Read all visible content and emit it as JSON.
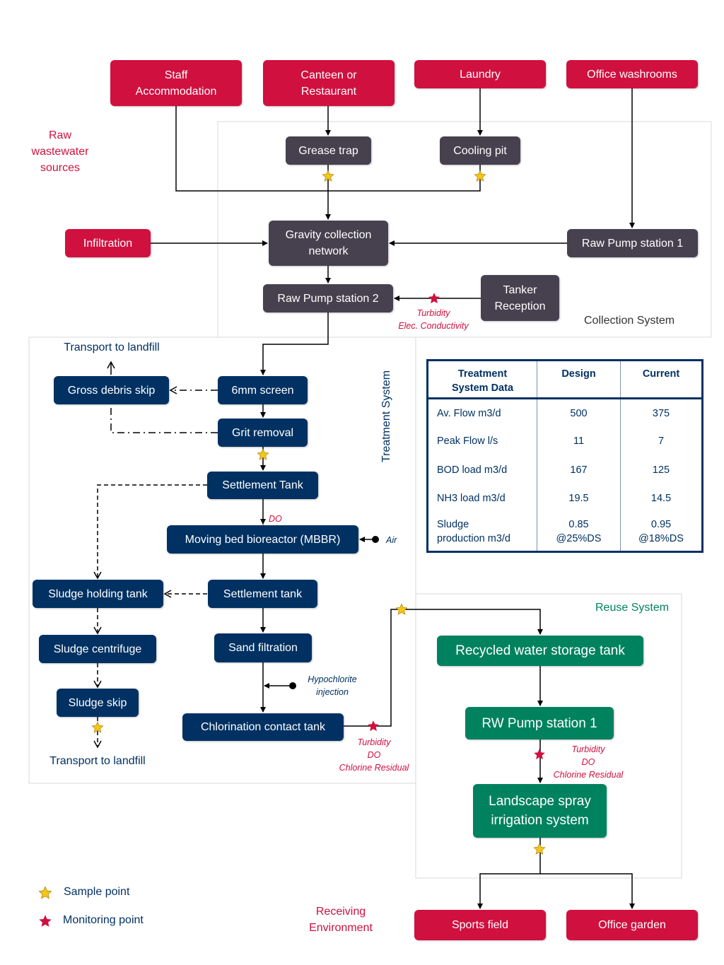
{
  "colors": {
    "source_red": "#d0103f",
    "collection_grey": "#47414f",
    "treatment_navy": "#003162",
    "reuse_green": "#00825f",
    "sample_star": "#f5c518",
    "monitor_star": "#d0103f"
  },
  "sections": {
    "raw_sources": "Raw\nwastewater\nsources",
    "collection": "Collection System",
    "treatment": "Treatment System",
    "reuse": "Reuse System",
    "receiving": "Receiving\nEnvironment"
  },
  "nodes": {
    "staff": "Staff\nAccommodation",
    "canteen": "Canteen  or\nRestaurant",
    "laundry": "Laundry",
    "office_washrooms": "Office washrooms",
    "grease_trap": "Grease trap",
    "cooling_pit": "Cooling pit",
    "infiltration": "Infiltration",
    "gravity": "Gravity collection\nnetwork",
    "raw_ps1": "Raw Pump station 1",
    "raw_ps2": "Raw Pump station 2",
    "tanker": "Tanker\nReception",
    "screen": "6mm screen",
    "gross_debris": "Gross debris skip",
    "grit": "Grit removal",
    "settlement1": "Settlement Tank",
    "mbbr": "Moving bed bioreactor (MBBR)",
    "settlement2": "Settlement tank",
    "sludge_holding": "Sludge holding tank",
    "sludge_centrifuge": "Sludge centrifuge",
    "sludge_skip": "Sludge skip",
    "sand": "Sand filtration",
    "chlorination": "Chlorination contact tank",
    "rw_storage": "Recycled water storage tank",
    "rw_ps1": "RW Pump station 1",
    "landscape": "Landscape spray\nirrigation system",
    "sports": "Sports field",
    "office_garden": "Office garden"
  },
  "labels": {
    "transport_top": "Transport to landfill",
    "transport_bottom": "Transport to landfill"
  },
  "annotations": {
    "tanker_monitor": "Turbidity\nElec. Conductivity",
    "do": "DO",
    "air": "Air",
    "hypochlorite": "Hypochlorite\ninjection",
    "chlor_monitor": "Turbidity\nDO\nChlorine Residual",
    "rwps_monitor": "Turbidity\nDO\nChlorine Residual"
  },
  "legend": {
    "sample": "Sample point",
    "monitoring": "Monitoring point"
  },
  "table": {
    "headers": [
      "Treatment\nSystem Data",
      "Design",
      "Current"
    ],
    "rows": [
      [
        "Av. Flow m3/d",
        "500",
        "375"
      ],
      [
        "Peak Flow  l/s",
        "11",
        "7"
      ],
      [
        "BOD load m3/d",
        "167",
        "125"
      ],
      [
        "NH3 load m3/d",
        "19.5",
        "14.5"
      ],
      [
        "Sludge\nproduction m3/d",
        "0.85\n@25%DS",
        "0.95\n@18%DS"
      ]
    ]
  }
}
